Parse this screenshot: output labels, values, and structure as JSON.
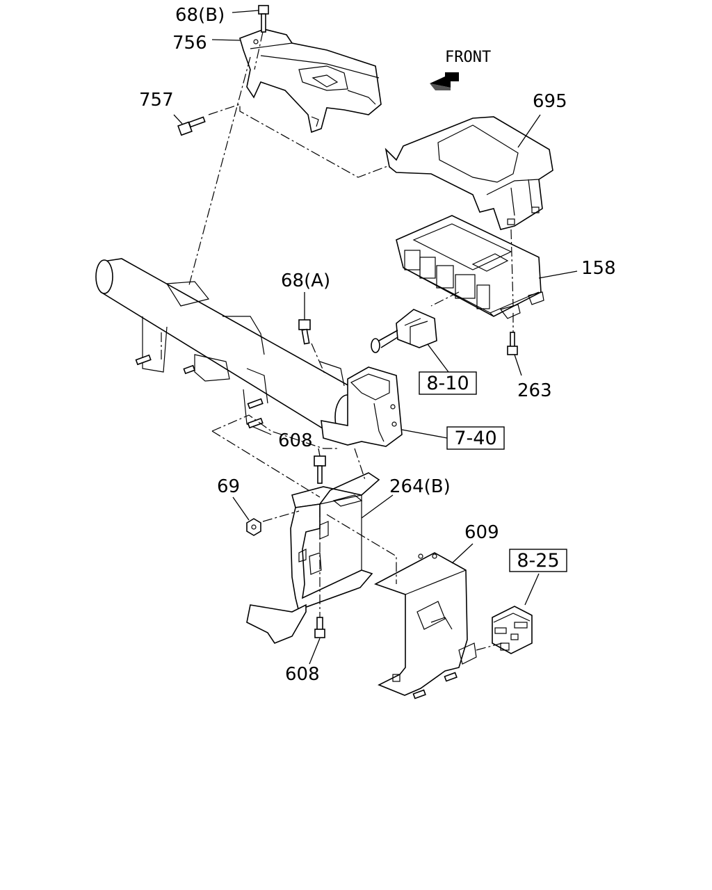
{
  "direction": {
    "label": "FRONT",
    "icon": "front-arrow-icon"
  },
  "callouts": {
    "c68b": "68(B)",
    "c756": "756",
    "c757": "757",
    "c695": "695",
    "c158": "158",
    "c68a": "68(A)",
    "c263": "263",
    "c608_top": "608",
    "c69": "69",
    "c264b": "264(B)",
    "c609": "609",
    "c608_bottom": "608"
  },
  "references": {
    "r810": "8-10",
    "r740": "7-40",
    "r825": "8-25"
  }
}
